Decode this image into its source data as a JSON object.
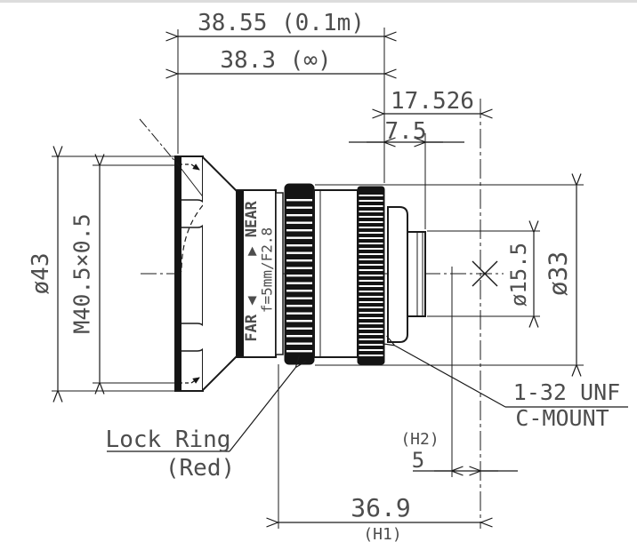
{
  "title": "c-mount-lens-dimension-drawing",
  "colors": {
    "line": "#1a1a1a",
    "text": "#4d4d4d",
    "ring_fill": "#141414",
    "background": "#ffffff"
  },
  "dimensions": {
    "working_distance_near": "38.55 (0.1m)",
    "working_distance_infinity": "38.3 (∞)",
    "flange_focal_distance": "17.526",
    "rear_thread_length": "7.5",
    "front_diameter": "ø43",
    "filter_thread": "M40.5×0.5",
    "rear_diameter": "ø15.5",
    "body_diameter": "ø33",
    "h1_value": "36.9",
    "h1_label": "(H1)",
    "h2_value": "5",
    "h2_label": "(H2)"
  },
  "annotations": {
    "lock_ring_line1": "Lock Ring",
    "lock_ring_line2": "(Red)",
    "mount_thread": "1-32 UNF",
    "mount_type": "C-MOUNT"
  },
  "focus_ring": {
    "near_label": "▶ NEAR",
    "far_label": "FAR ◀",
    "spec": "f=5mm/F2.8"
  }
}
